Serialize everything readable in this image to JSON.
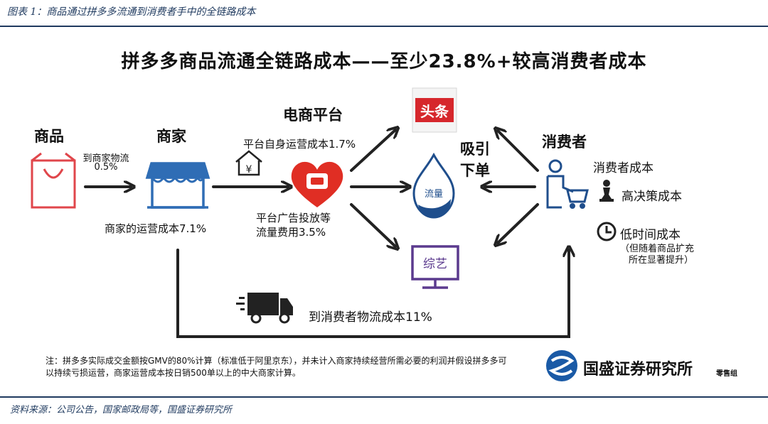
{
  "caption": "图表 1：商品通过拼多多流通到消费者手中的全链路成本",
  "title": "拼多多商品流通全链路成本——至少23.8%+较高消费者成本",
  "nodes": {
    "goods": "商品",
    "merchant": "商家",
    "platform": "电商平台",
    "consumer": "消费者"
  },
  "labels": {
    "logistics_to_merchant": "到商家物流",
    "logistics_to_merchant_pct": "0.5%",
    "merchant_ops": "商家的运营成本7.1%",
    "platform_ops": "平台自身运营成本1.7%",
    "ads_line1": "平台广告投放等",
    "ads_line2": "流量费用3.5%",
    "attract_line1": "吸引",
    "attract_line2": "下单",
    "toutiao": "头条",
    "traffic": "流量",
    "variety": "综艺",
    "consumer_cost": "消费者成本",
    "decision_cost": "高决策成本",
    "time_cost": "低时间成本",
    "time_cost_note1": "（但随着商品扩充",
    "time_cost_note2": "所在显著提升）",
    "delivery": "到消费者物流成本11%",
    "yen_symbol": "¥"
  },
  "note": "注：拼多多实际成交金额按GMV的80%计算（标准低于阿里京东），并未计入商家持续经营所需必要的利润并假设拼多多可以持续亏损运营，商家运营成本按日销500单以上的中大商家计算。",
  "source": "资料来源：公司公告，国家邮政局等，国盛证券研究所",
  "brand": {
    "name": "国盛证券研究所",
    "sub": "零售组"
  },
  "colors": {
    "navy": "#1f3a5f",
    "bag_red": "#e0464b",
    "store_blue": "#2f6db5",
    "pdd_red": "#e02e24",
    "toutiao_red": "#d6272c",
    "drop_blue": "#1f4e8c",
    "variety_purple": "#5b3a8e",
    "brand_blue": "#1a5aa6"
  },
  "icons": [
    "shopping-bag-icon",
    "storefront-icon",
    "house-yen-icon",
    "pinduoduo-heart-icon",
    "toutiao-logo",
    "traffic-drop-icon",
    "tv-icon",
    "consumer-cart-icon",
    "chess-pawn-icon",
    "clock-icon",
    "truck-icon",
    "brand-logo"
  ]
}
